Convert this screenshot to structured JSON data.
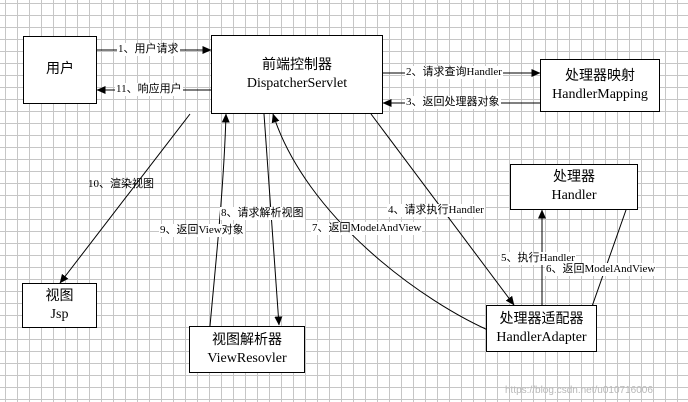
{
  "nodes": {
    "user": {
      "line1": "用户"
    },
    "dispatcher": {
      "line1": "前端控制器",
      "line2": "DispatcherServlet"
    },
    "handler_mapping": {
      "line1": "处理器映射",
      "line2": "HandlerMapping"
    },
    "handler": {
      "line1": "处理器",
      "line2": "Handler"
    },
    "handler_adapter": {
      "line1": "处理器适配器",
      "line2": "HandlerAdapter"
    },
    "view": {
      "line1": "视图",
      "line2": "Jsp"
    },
    "view_resolver": {
      "line1": "视图解析器",
      "line2": "ViewResovler"
    }
  },
  "steps": {
    "s1": "1、用户请求",
    "s2": "2、请求查询Handler",
    "s3": "3、返回处理器对象",
    "s4": "4、请求执行Handler",
    "s5": "5、执行Handler",
    "s6": "6、返回ModelAndView",
    "s7": "7、返回ModelAndView",
    "s8": "8、请求解析视图",
    "s9": "9、返回View对象",
    "s10": "10、渲染视图",
    "s11": "11、响应用户"
  },
  "watermark": "https://blog.csdn.net/u010716006"
}
